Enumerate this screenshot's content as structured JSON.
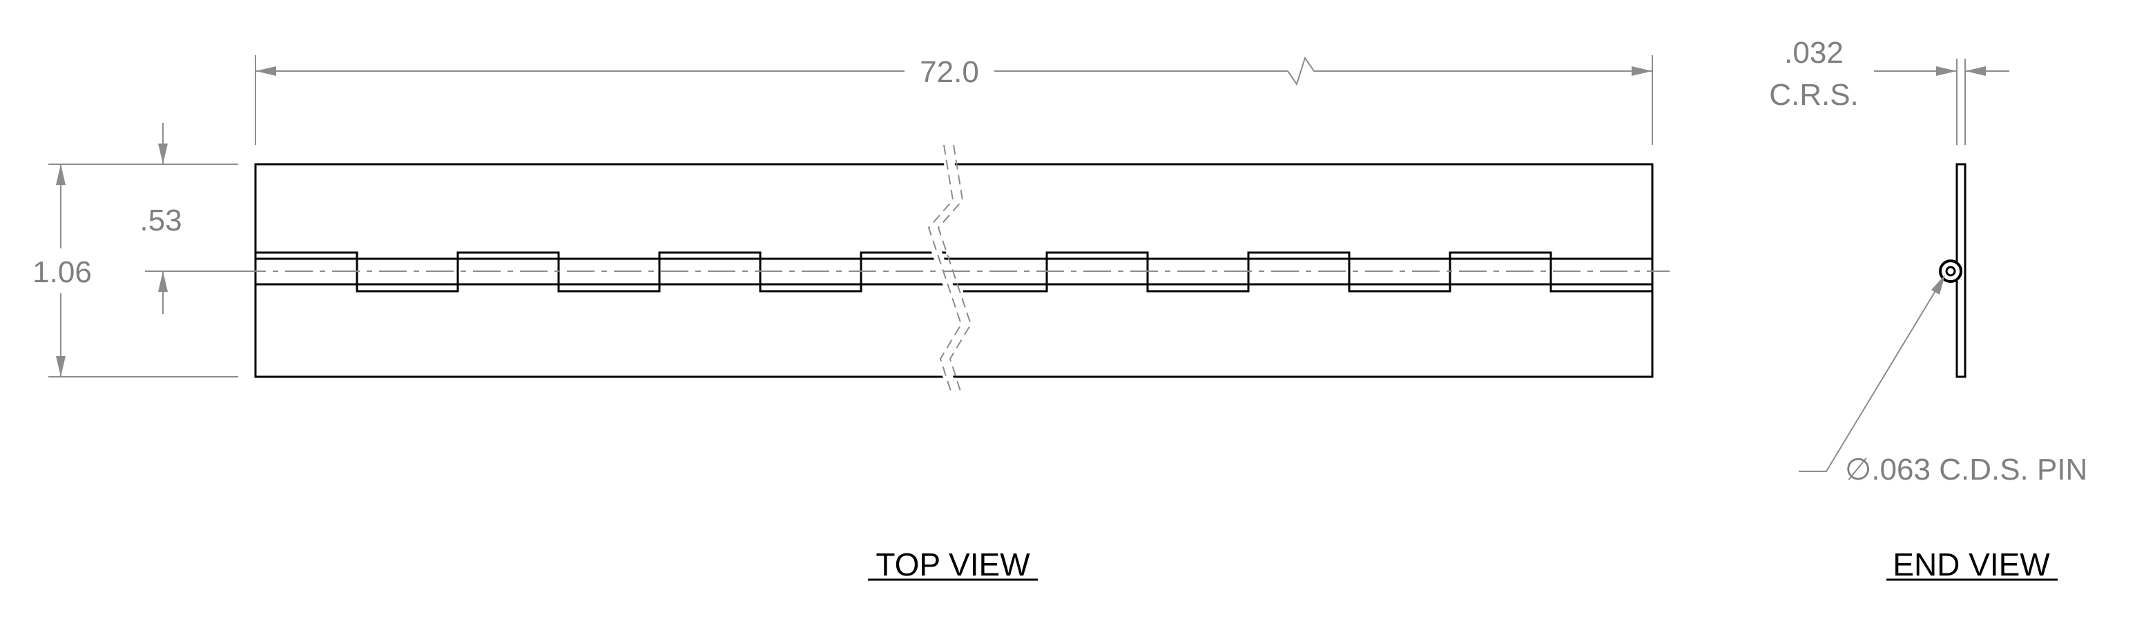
{
  "dimensions": {
    "length": "72.0",
    "width_full": "1.06",
    "width_half": ".53",
    "thickness_value": ".032",
    "thickness_material": "C.R.S.",
    "pin_symbol": "∅",
    "pin_label": ".063 C.D.S. PIN"
  },
  "views": {
    "top": "TOP VIEW",
    "end": "END VIEW"
  },
  "colors": {
    "outline": "#000000",
    "dimension": "#8c8c8c",
    "text": "#7f7f7f"
  }
}
